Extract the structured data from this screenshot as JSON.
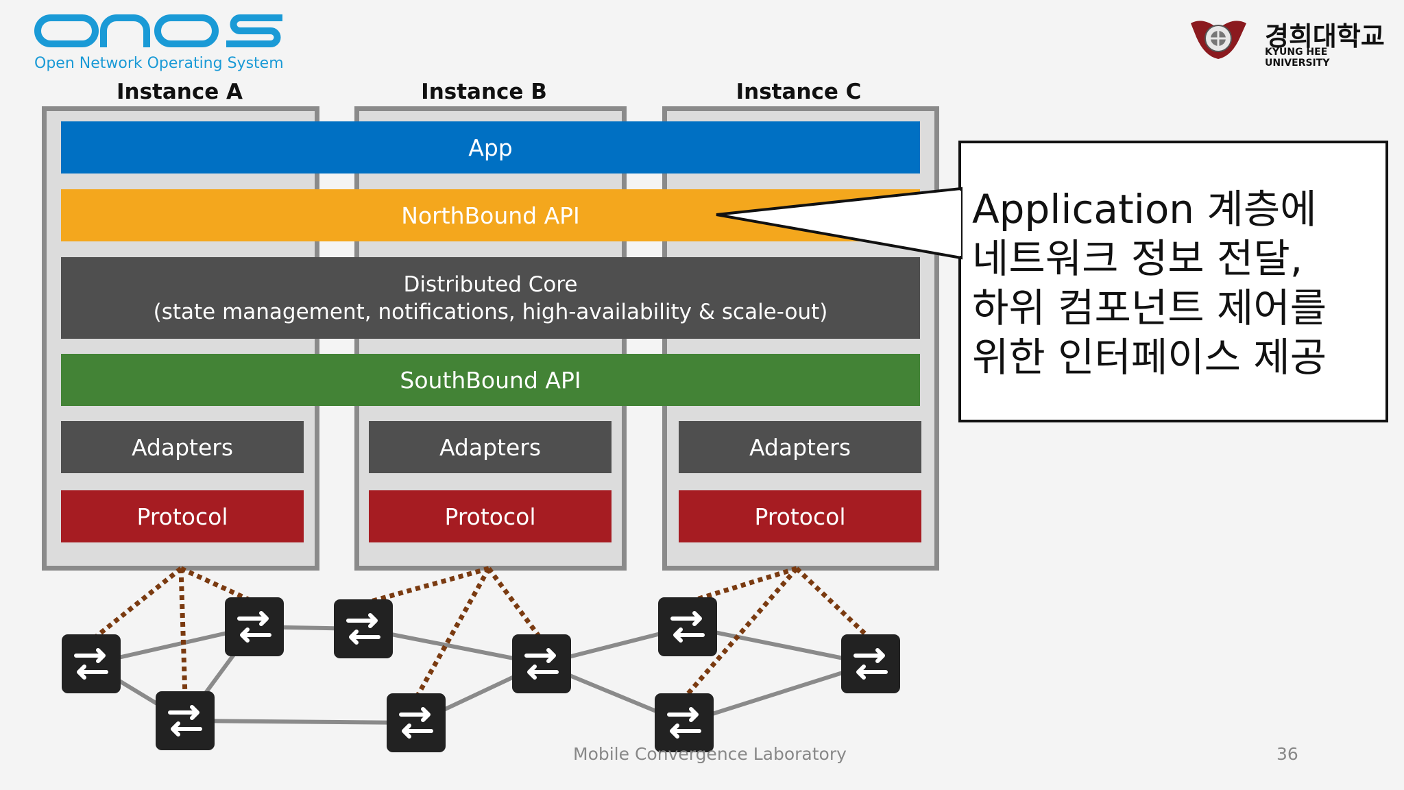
{
  "logo": {
    "name": "onos",
    "subtitle": "Open Network Operating System"
  },
  "university": {
    "name_kr": "경희대학교",
    "name_en": "KYUNG HEE UNIVERSITY"
  },
  "instances": [
    {
      "label": "Instance A",
      "adapters": "Adapters",
      "protocol": "Protocol"
    },
    {
      "label": "Instance B",
      "adapters": "Adapters",
      "protocol": "Protocol"
    },
    {
      "label": "Instance C",
      "adapters": "Adapters",
      "protocol": "Protocol"
    }
  ],
  "layers": {
    "app": "App",
    "northbound": "NorthBound API",
    "core_title": "Distributed Core",
    "core_detail": "(state management, notifications, high-availability & scale-out)",
    "southbound": "SouthBound API"
  },
  "callout": {
    "lines": [
      "Application 계층에",
      "네트워크 정보 전달,",
      "하위 컴포넌트 제어를",
      "위한 인터페이스 제공"
    ]
  },
  "footer": {
    "lab": "Mobile Convergence Laboratory",
    "page": "36"
  },
  "colors": {
    "app": "#0070c3",
    "northbound": "#f4a71d",
    "core": "#4f4f4f",
    "southbound": "#438336",
    "protocol": "#a61c22",
    "logo_blue": "#1a9ad6"
  }
}
